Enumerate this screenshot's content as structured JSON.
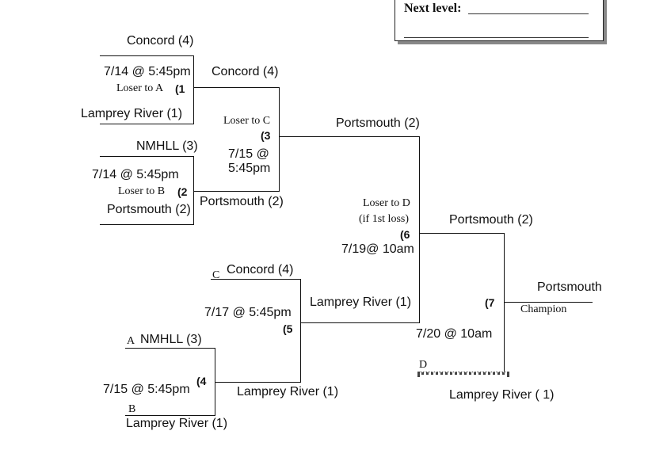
{
  "next_level": {
    "label": "Next level:"
  },
  "games": {
    "g1": {
      "team_top": "Concord (4)",
      "team_bottom": "Lamprey River (1)",
      "datetime": "7/14 @ 5:45pm",
      "loser_note": "Loser to A",
      "number": "(1",
      "winner": "Concord (4)"
    },
    "g2": {
      "team_top": "NMHLL (3)",
      "team_bottom": "Portsmouth (2)",
      "datetime": "7/14 @ 5:45pm",
      "loser_note": "Loser to B",
      "number": "(2",
      "winner": "Portsmouth (2)"
    },
    "g3": {
      "loser_note": "Loser to C",
      "number": "(3",
      "datetime_line1": "7/15 @",
      "datetime_line2": "5:45pm",
      "winner": "Portsmouth (2)"
    },
    "g4": {
      "team_top_prefix": "A",
      "team_top": "NMHLL (3)",
      "team_bottom_prefix": "B",
      "team_bottom": "Lamprey River (1)",
      "datetime": "7/15 @ 5:45pm",
      "number": "(4",
      "winner": "Lamprey River (1)"
    },
    "g5": {
      "team_top_prefix": "C",
      "team_top": "Concord (4)",
      "datetime": "7/17 @ 5:45pm",
      "number": "(5",
      "winner": "Lamprey River (1)"
    },
    "g6": {
      "loser_note_line1": "Loser to D",
      "loser_note_line2": "(if 1st loss)",
      "number": "(6",
      "datetime": "7/19@ 10am",
      "winner": "Portsmouth (2)"
    },
    "g7": {
      "bottom_prefix": "D",
      "team_bottom": "Lamprey River ( 1)",
      "datetime": "7/20 @ 10am",
      "number": "(7",
      "champion_name": "Portsmouth",
      "champion_label": "Champion"
    }
  }
}
